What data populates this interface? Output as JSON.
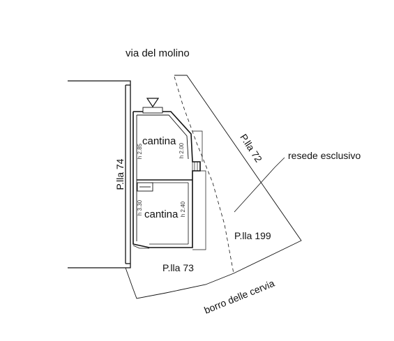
{
  "labels": {
    "street": "via del molino",
    "parcel_74": "P.lla 74",
    "parcel_72": "P.lla 72",
    "parcel_199": "P.lla 199",
    "parcel_73": "P.lla 73",
    "exclusive_area": "resede esclusivo",
    "stream": "borro delle cervia",
    "room_upper": "cantina",
    "room_lower": "cantina",
    "height_upper_left": "h 2.85",
    "height_upper_right": "h 2.00",
    "height_lower_left": "h 3.30",
    "height_lower_right": "h 2.40"
  },
  "colors": {
    "ink": "#111111",
    "wall_fill": "#ffffff"
  }
}
